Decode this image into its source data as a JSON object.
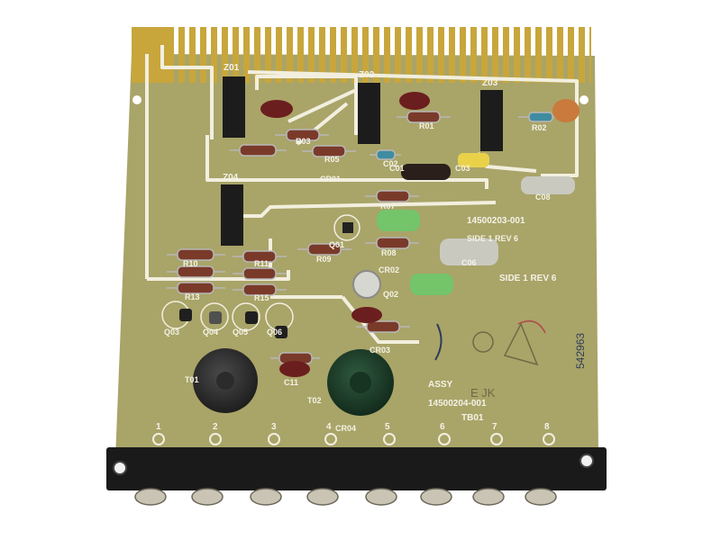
{
  "board": {
    "part_number_side": "14500203-001",
    "side_rev_small": "SIDE 1 REV 6",
    "side_rev_large": "SIDE 1  REV 6",
    "assy_label": "ASSY",
    "assy_number": "14500204-001",
    "tb_label": "TB01",
    "handwritten_serial": "542963",
    "revision_letters": "E  JK"
  },
  "ic_labels": [
    "Z01",
    "Z02",
    "Z03",
    "Z04"
  ],
  "resistor_labels": [
    "R01",
    "R02",
    "R03",
    "R05",
    "R07",
    "R08",
    "R09",
    "R10",
    "R11",
    "R13",
    "R15"
  ],
  "capacitor_labels": [
    "C01",
    "C02",
    "C03",
    "C06",
    "C08",
    "C11"
  ],
  "diode_labels": [
    "CR01",
    "CR02",
    "CR03",
    "CR04"
  ],
  "transistor_labels": [
    "Q01",
    "Q02",
    "Q03",
    "Q04",
    "Q05",
    "Q06"
  ],
  "transformer_labels": [
    "T01",
    "T02"
  ],
  "terminal_numbers": [
    "1",
    "2",
    "3",
    "4",
    "5",
    "6",
    "7",
    "8"
  ],
  "colors": {
    "pcb": "#a9a468",
    "trace": "#f2efdf",
    "gold_contact": "#c8a63c",
    "terminal_block": "#1a1a1a"
  }
}
